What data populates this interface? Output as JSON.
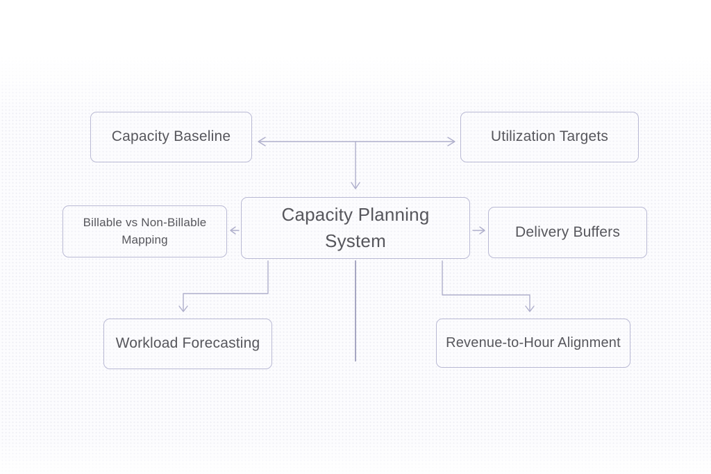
{
  "diagram": {
    "nodes": [
      {
        "id": "capacity-baseline",
        "label": "Capacity Baseline"
      },
      {
        "id": "utilization-targets",
        "label": "Utilization Targets"
      },
      {
        "id": "billable-vs-non-billable-mapping",
        "label": "Billable vs Non-Billable Mapping"
      },
      {
        "id": "capacity-planning-system",
        "label": "Capacity Planning System"
      },
      {
        "id": "delivery-buffers",
        "label": "Delivery Buffers"
      },
      {
        "id": "workload-forecasting",
        "label": "Workload Forecasting"
      },
      {
        "id": "revenue-to-hour-alignment",
        "label": "Revenue-to-Hour Alignment"
      }
    ],
    "edges": [
      {
        "from": "capacity-planning-system",
        "to": "capacity-baseline"
      },
      {
        "from": "capacity-planning-system",
        "to": "utilization-targets"
      },
      {
        "from": "capacity-planning-system",
        "to": "billable-vs-non-billable-mapping"
      },
      {
        "from": "capacity-planning-system",
        "to": "delivery-buffers"
      },
      {
        "from": "capacity-planning-system",
        "to": "workload-forecasting"
      },
      {
        "from": "capacity-planning-system",
        "to": "revenue-to-hour-alignment"
      },
      {
        "from": "capacity-planning-system",
        "to": "below-offscreen"
      }
    ],
    "colors": {
      "node_border": "#b9b9d4",
      "connector": "#aeaecb",
      "connector_dark": "#a6a6c2",
      "text": "#56565c",
      "grid_dot": "#e7e7f0",
      "background": "#fbfbfd"
    }
  }
}
